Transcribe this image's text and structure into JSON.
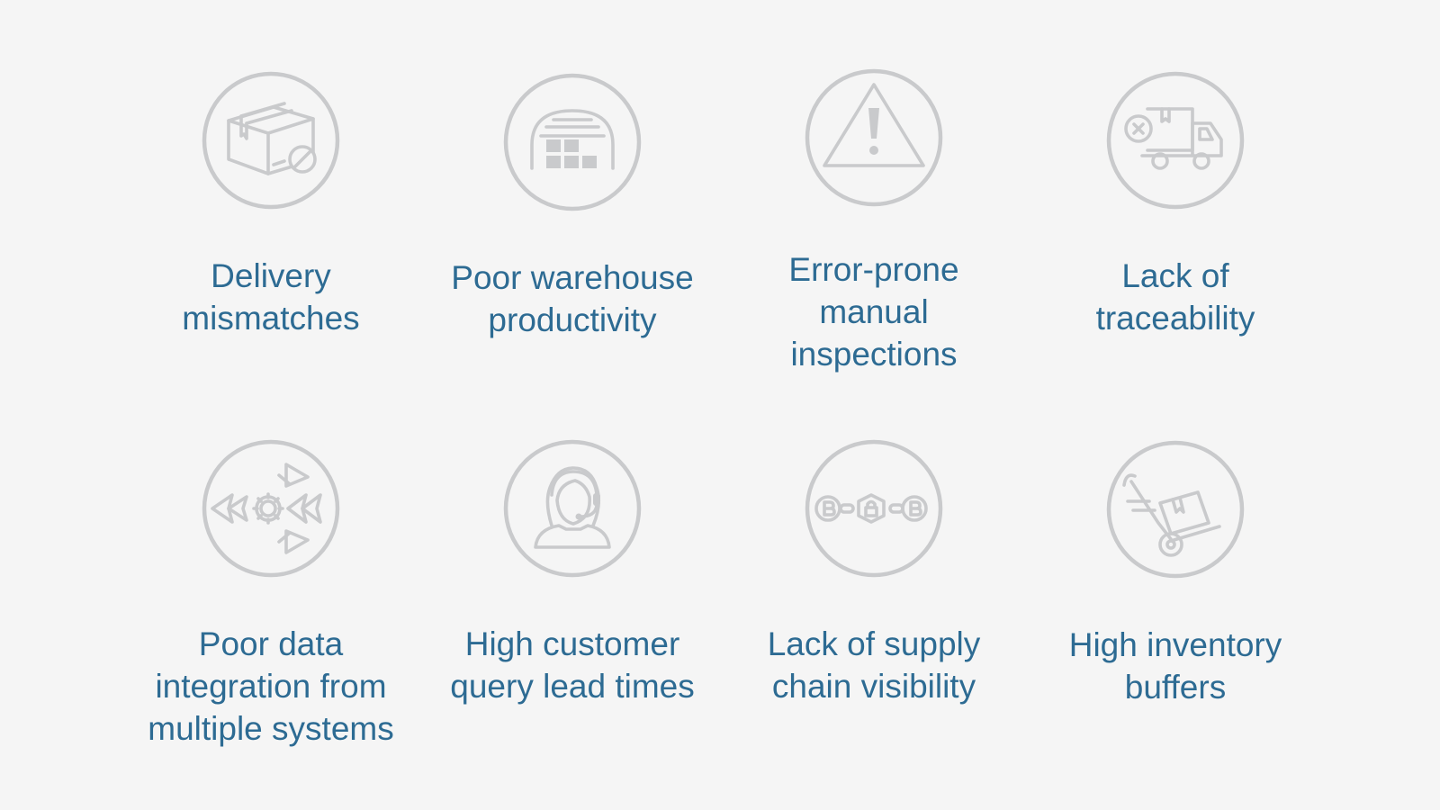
{
  "items": [
    {
      "label": "Delivery\nmismatches",
      "icon": "package-icon"
    },
    {
      "label": "Poor warehouse\nproductivity",
      "icon": "warehouse-icon"
    },
    {
      "label": "Error-prone\nmanual\ninspections",
      "icon": "warning-icon"
    },
    {
      "label": "Lack of\ntraceability",
      "icon": "delivery-truck-icon"
    },
    {
      "label": "Poor data\nintegration from\nmultiple systems",
      "icon": "data-integration-icon"
    },
    {
      "label": "High customer\nquery lead times",
      "icon": "customer-support-icon"
    },
    {
      "label": "Lack of supply\nchain visibility",
      "icon": "blockchain-icon"
    },
    {
      "label": "High inventory\nbuffers",
      "icon": "hand-truck-icon"
    }
  ],
  "colors": {
    "background": "#f5f5f5",
    "label_text": "#2d6b93",
    "icon_stroke": "#c9cacc"
  }
}
